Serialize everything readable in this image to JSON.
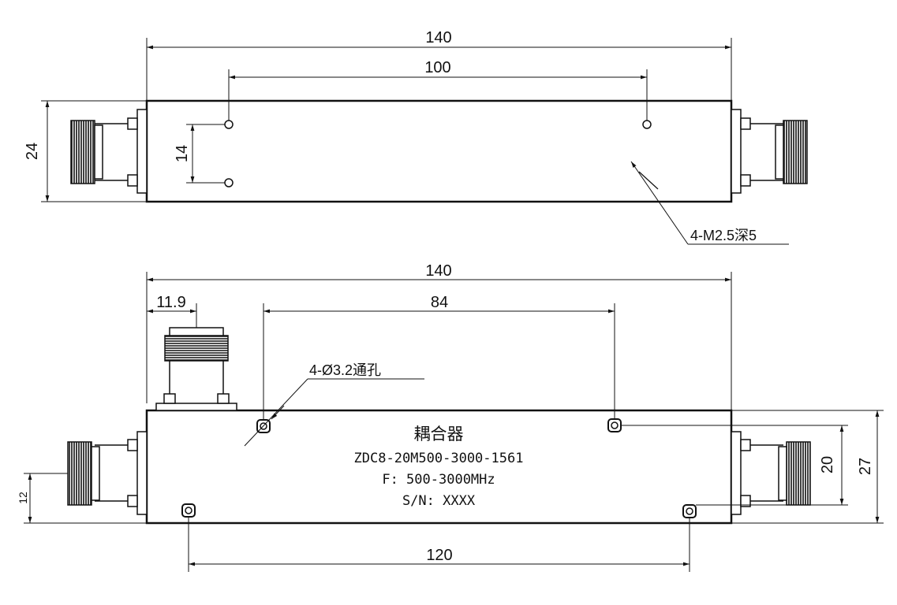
{
  "top_view": {
    "dim_overall_length": "140",
    "dim_hole_spacing_x": "100",
    "dim_hole_spacing_y": "14",
    "dim_height": "24",
    "callout_holes": "4-M2.5深5"
  },
  "front_view": {
    "dim_overall_length": "140",
    "dim_connector_offset": "11.9",
    "dim_top_hole_spacing": "84",
    "dim_bottom_hole_spacing": "120",
    "dim_connector_height": "12",
    "dim_side_connector_height": "20",
    "dim_total_height": "27",
    "callout_holes": "4-Ø3.2通孔",
    "label_title": "耦合器",
    "label_model": "ZDC8-20M500-3000-1561",
    "label_freq": "F: 500-3000MHz",
    "label_serial": "S/N: XXXX"
  }
}
